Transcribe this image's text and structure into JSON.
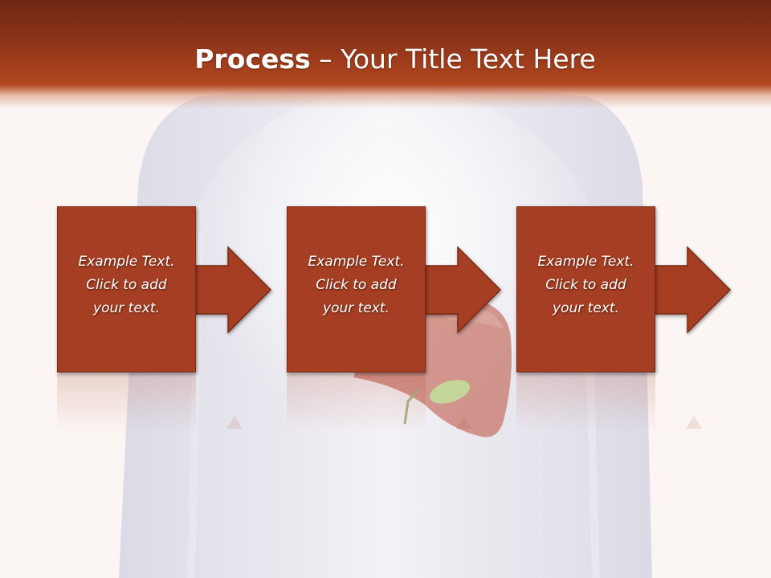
{
  "slide": {
    "title_bold": "Process",
    "title_rest": " – Your Title Text Here"
  },
  "steps": [
    {
      "text": "Example Text.\nClick  to add\nyour text."
    },
    {
      "text": "Example Text.\nClick  to add\nyour text."
    },
    {
      "text": "Example Text.\nClick  to add\nyour text."
    }
  ],
  "colors": {
    "header_dark": "#6e2814",
    "header_light": "#b2461f",
    "box_fill": "#a53e22",
    "box_border": "#7a2a14",
    "background": "#fbf5f3"
  }
}
